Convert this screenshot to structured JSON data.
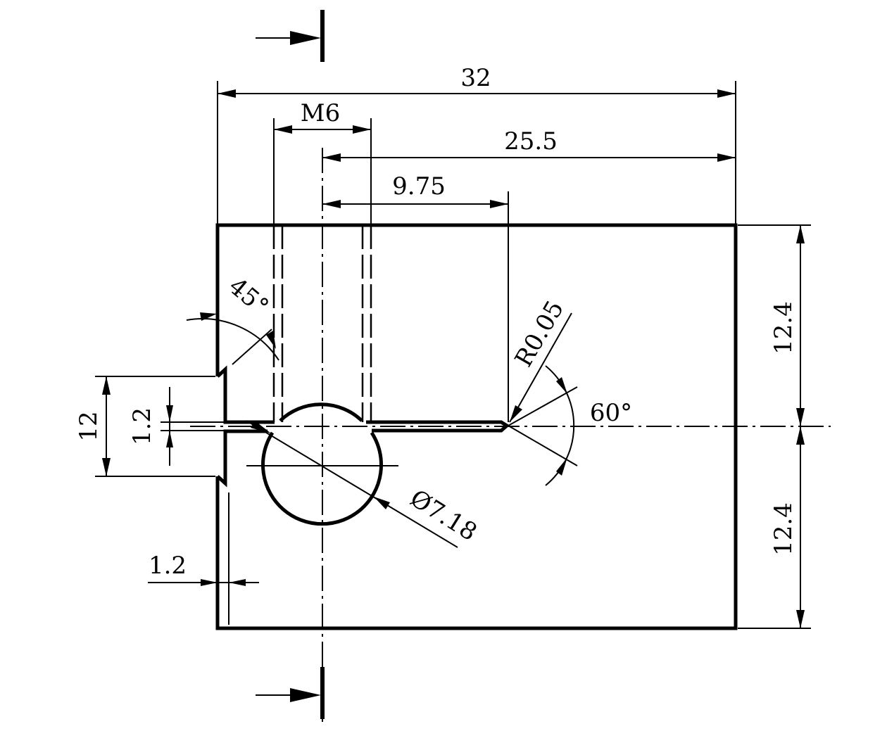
{
  "drawing": {
    "dimensions": {
      "overall_width": "32",
      "thread": "M6",
      "hole_to_right": "25.5",
      "hole_to_slot_end": "9.75",
      "upper_height": "12.4",
      "lower_height": "12.4",
      "groove_height": "12",
      "slot_width": "1.2",
      "lower_slot_width": "1.2",
      "angle_45": "45°",
      "angle_60": "60°",
      "radius": "R0.05",
      "diameter": "Ø7.18"
    }
  }
}
